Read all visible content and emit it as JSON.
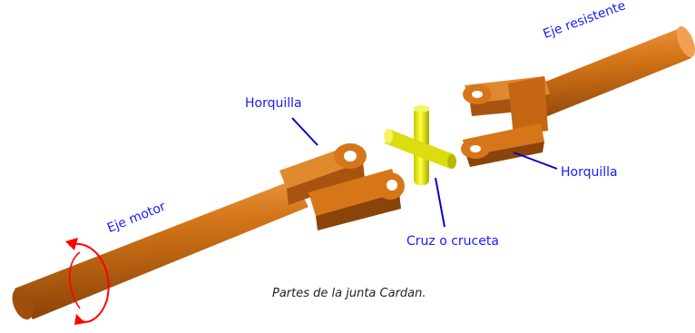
{
  "labels": {
    "horquilla_left": "Horquilla",
    "eje_resistente": "Eje resistente",
    "horquilla_right": "Horquilla",
    "eje_motor": "Eje motor",
    "cruz": "Cruz o cruceta"
  },
  "caption": "Partes de la junta Cardan.",
  "colors": {
    "shaft": "#cc6a12",
    "shaft_dark": "#8a4308",
    "cross": "#e8e800",
    "cross_dark": "#a8a800",
    "label": "#1a1aff",
    "leader": "#0000cc",
    "rotation_arrow": "#ff0000"
  }
}
